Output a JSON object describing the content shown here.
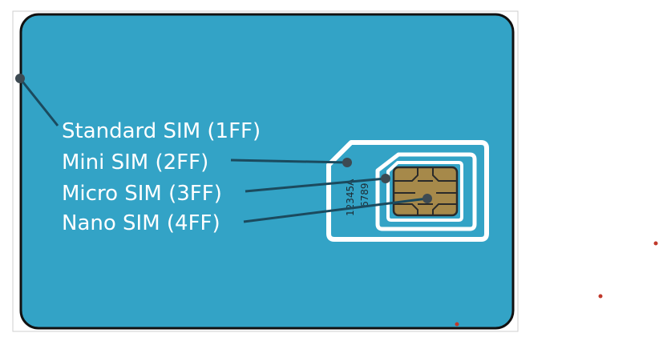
{
  "diagram": {
    "colors": {
      "card_fill": "#33a3c6",
      "card_stroke": "#111111",
      "outline_white": "#ffffff",
      "leader_line": "#1b4a5e",
      "leader_dot": "#3d4a52",
      "chip_gold": "#a6894a",
      "chip_line": "#2a2a2a",
      "stray_dot": "#c0392b"
    },
    "labels": [
      {
        "key": "standard",
        "text": "Standard SIM (1FF)"
      },
      {
        "key": "mini",
        "text": "Mini SIM (2FF)"
      },
      {
        "key": "micro",
        "text": "Micro SIM (3FF)"
      },
      {
        "key": "nano",
        "text": "Nano SIM (4FF)"
      }
    ],
    "serial": {
      "line1": "12345A",
      "line2": "6789"
    }
  }
}
